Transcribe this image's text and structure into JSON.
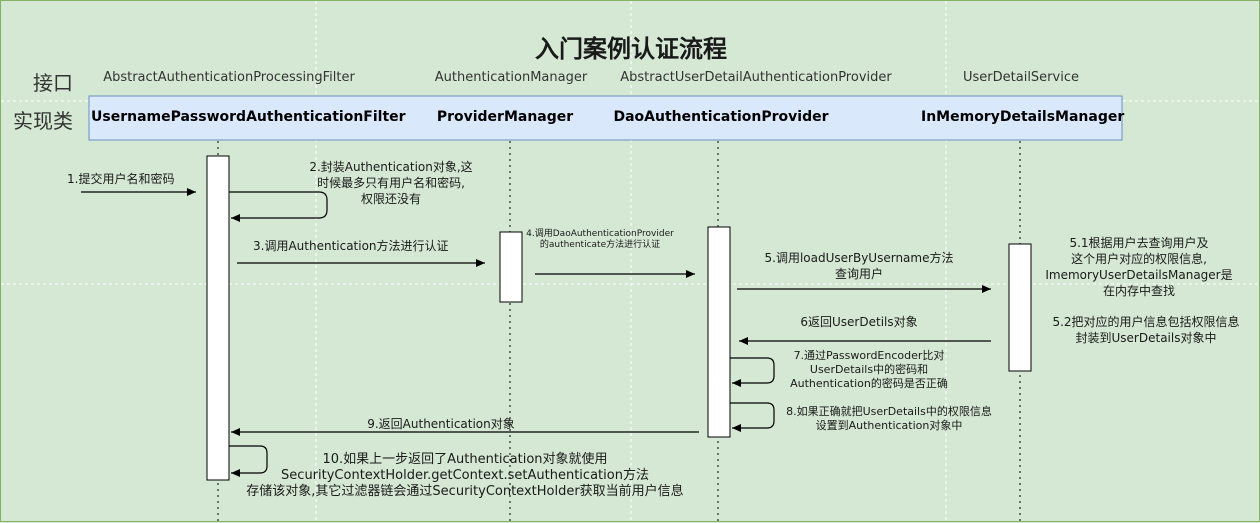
{
  "title": "入门案例认证流程",
  "row_labels": {
    "interface": "接口",
    "implementation": "实现类"
  },
  "interfaces": [
    "AbstractAuthenticationProcessingFilter",
    "AuthenticationManager",
    "AbstractUserDetailAuthenticationProvider",
    "UserDetailService"
  ],
  "implementations": [
    "UsernamePasswordAuthenticationFilter",
    "ProviderManager",
    "DaoAuthenticationProvider",
    "InMemoryDetailsManager"
  ],
  "messages": {
    "m1": "1.提交用户名和密码",
    "m2": "2.封装Authentication对象,这\n时候最多只有用户名和密码,\n权限还没有",
    "m3": "3.调用Authentication方法进行认证",
    "m4": "4.调用DaoAuthenticationProvider\n的authenticate方法进行认证",
    "m5": "5.调用loadUserByUsername方法\n查询用户",
    "m51": "5.1根据用户去查询用户及\n这个用户对应的权限信息,\nImemoryUserDetailsManager是\n在内存中查找",
    "m52": "5.2把对应的用户信息包括权限信息\n封装到UserDetails对象中",
    "m6": "6返回UserDetils对象",
    "m7": "7.通过PasswordEncoder比对\nUserDetails中的密码和\nAuthentication的密码是否正确",
    "m8": "8.如果正确就把UserDetails中的权限信息\n设置到Authentication对象中",
    "m9": "9.返回Authentication对象",
    "m10": "10.如果上一步返回了Authentication对象就使用\nSecurityContextHolder.getContext.setAuthentication方法\n存储该对象,其它过滤器链会通过SecurityContextHolder获取当前用户信息"
  },
  "colors": {
    "background": "#d5e8d4",
    "impl_band": "#dae8fc",
    "impl_border": "#6c8ebf",
    "grid_line": "#ffffff",
    "line": "#000000"
  }
}
